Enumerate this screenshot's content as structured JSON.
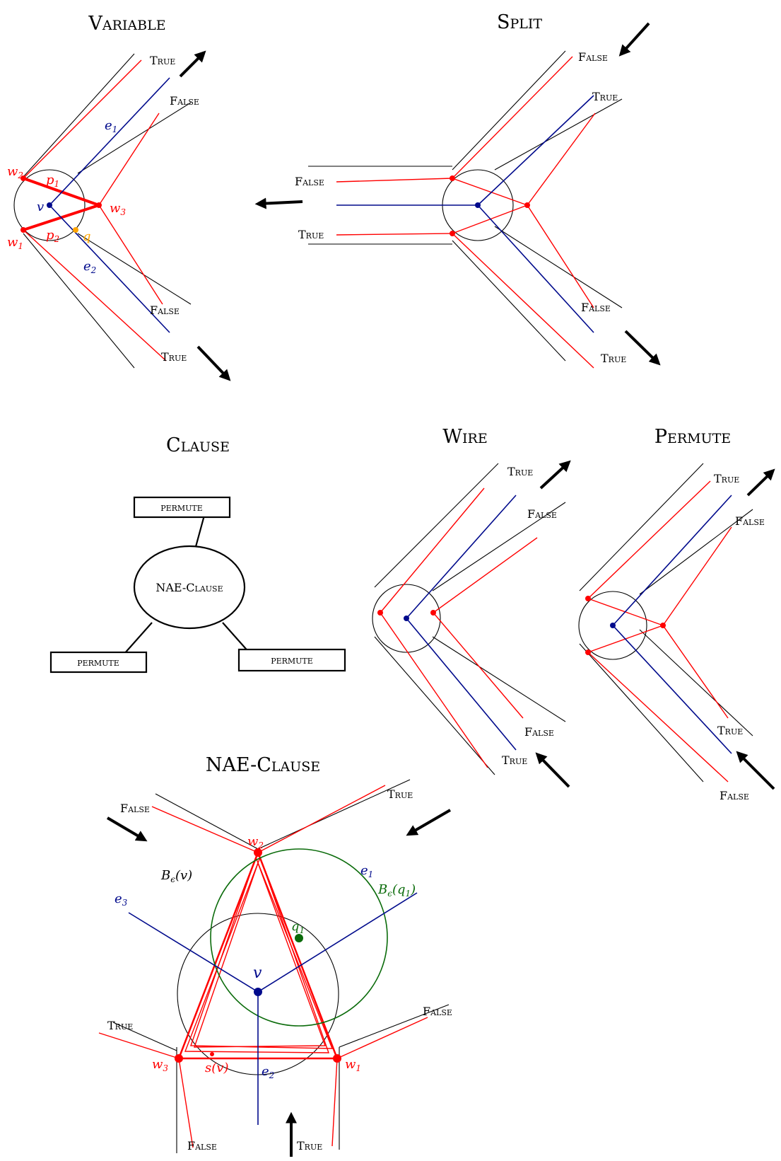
{
  "titles": {
    "variable": "Variable",
    "split": "Split",
    "clause": "Clause",
    "wire": "Wire",
    "permute": "Permute",
    "nae_clause": "NAE-Clause"
  },
  "labels": {
    "true": "True",
    "false": "False",
    "permute_box": "permute",
    "nae_clause_node": "NAE-Clause"
  },
  "math": {
    "v": "v",
    "q": "q",
    "e": "e",
    "w": "w",
    "p": "p",
    "B": "B",
    "eps": "ϵ",
    "s": "s",
    "sub1": "1",
    "sub2": "2",
    "sub3": "3",
    "open": "(",
    "close": ")"
  },
  "colors": {
    "boundary": "#000000",
    "red_path": "#ff0000",
    "blue_edge": "#000a8c",
    "green_ball": "#0a6b0a",
    "orange_point": "#ffa500"
  }
}
